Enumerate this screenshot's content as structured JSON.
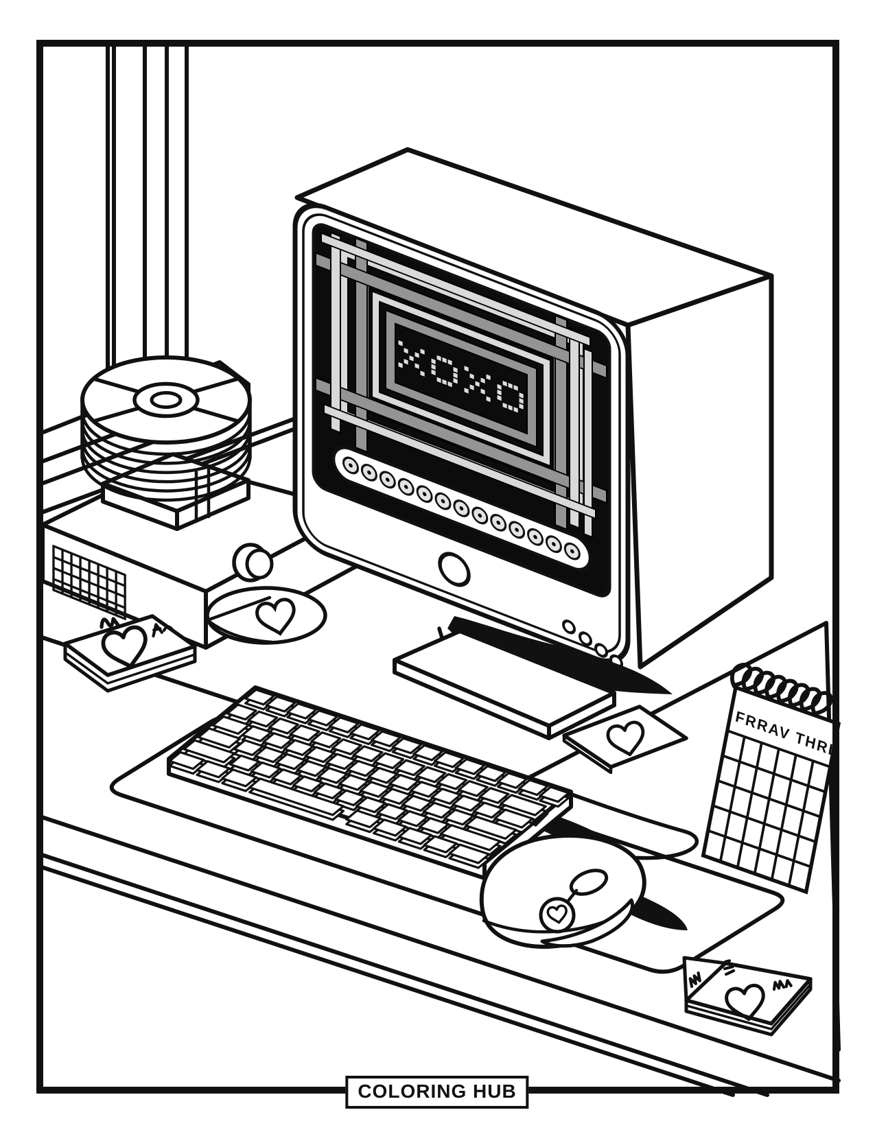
{
  "page": {
    "background_color": "#ffffff",
    "line_color": "#111111",
    "footer_label": "COLORING HUB"
  },
  "scene": {
    "description": "Valentine retro computer desk coloring page",
    "monitor": {
      "screen_text": "XOXO",
      "pixel_rows": [
        "10001001110010001001110",
        "01010010001001010010001",
        "00100010001000100010001",
        "01010010001001010010001",
        "10001001110010001001110"
      ],
      "screen_button_count": 13,
      "bezel_dot_count": 4,
      "colors": {
        "screen_bg": "#0c0c0c",
        "pixel_light": "#dcdcdc",
        "pixel_mid": "#969696"
      }
    },
    "cd_drive": {
      "vent_cols": 8,
      "vent_rows": 4
    },
    "cd_stack": {
      "disc_count": 7
    },
    "calendar": {
      "header_text": "FRRAV THRL",
      "grid_cols": 6,
      "grid_rows": 5,
      "spiral_loops": 8
    },
    "keyboard": {
      "rows_spec": [
        [
          1,
          1,
          1,
          1,
          1,
          1,
          1,
          1,
          1,
          1,
          1,
          1,
          1,
          1,
          1
        ],
        [
          1,
          1,
          1,
          1,
          1,
          1,
          1,
          1,
          1,
          1,
          1,
          1,
          1,
          1.9
        ],
        [
          1.4,
          1,
          1,
          1,
          1,
          1,
          1,
          1,
          1,
          1,
          1,
          1,
          1,
          1.5
        ],
        [
          1.7,
          1,
          1,
          1,
          1,
          1,
          1,
          1,
          1,
          1,
          1,
          1,
          2.2
        ],
        [
          2.2,
          1,
          1,
          1,
          1,
          1,
          1,
          1,
          1,
          1,
          1,
          2.7
        ],
        [
          1.3,
          1.2,
          1.3,
          4.6,
          1.3,
          1.2,
          1.2,
          1.2,
          1.6
        ]
      ]
    },
    "valentines": {
      "envelope_count": 3,
      "icon": "heart"
    },
    "mouse": {
      "badge_icon": "heart"
    }
  }
}
